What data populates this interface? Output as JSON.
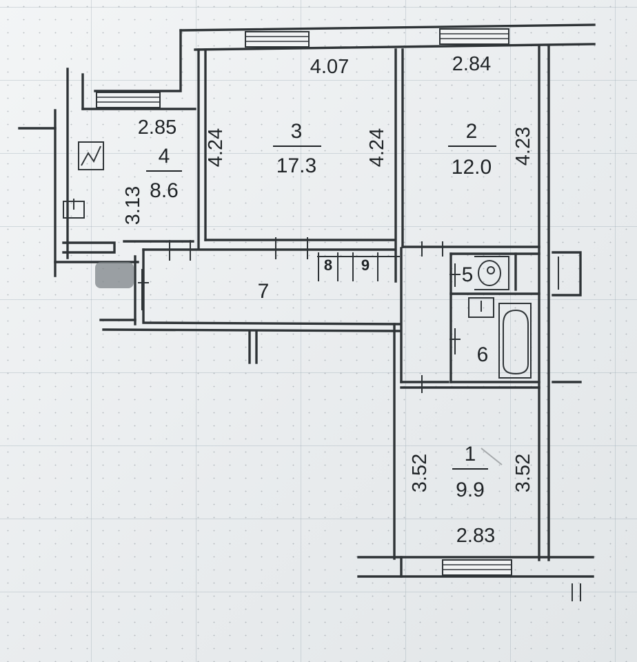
{
  "rooms": {
    "r1": {
      "number": "1",
      "area": "9.9",
      "dims": {
        "left": "3.52",
        "right": "3.52",
        "bottom": "2.83"
      }
    },
    "r2": {
      "number": "2",
      "area": "12.0",
      "dims": {
        "top": "2.84",
        "right": "4.23"
      }
    },
    "r3": {
      "number": "3",
      "area": "17.3",
      "dims": {
        "top": "4.07",
        "left": "4.24",
        "right": "4.24"
      }
    },
    "r4": {
      "number": "4",
      "area": "8.6",
      "dims": {
        "top": "2.85",
        "left": "3.13"
      }
    },
    "r5": {
      "number": "5"
    },
    "r6": {
      "number": "6"
    },
    "r7": {
      "number": "7"
    },
    "r8": {
      "number": "8"
    },
    "r9": {
      "number": "9"
    }
  },
  "colors": {
    "wall": "#2e3336",
    "paper": "#eceff1",
    "grid": "#96a5af"
  },
  "icons": [
    "stove-icon",
    "sink-icon",
    "toilet-icon",
    "bathtub-icon",
    "window-icon"
  ]
}
